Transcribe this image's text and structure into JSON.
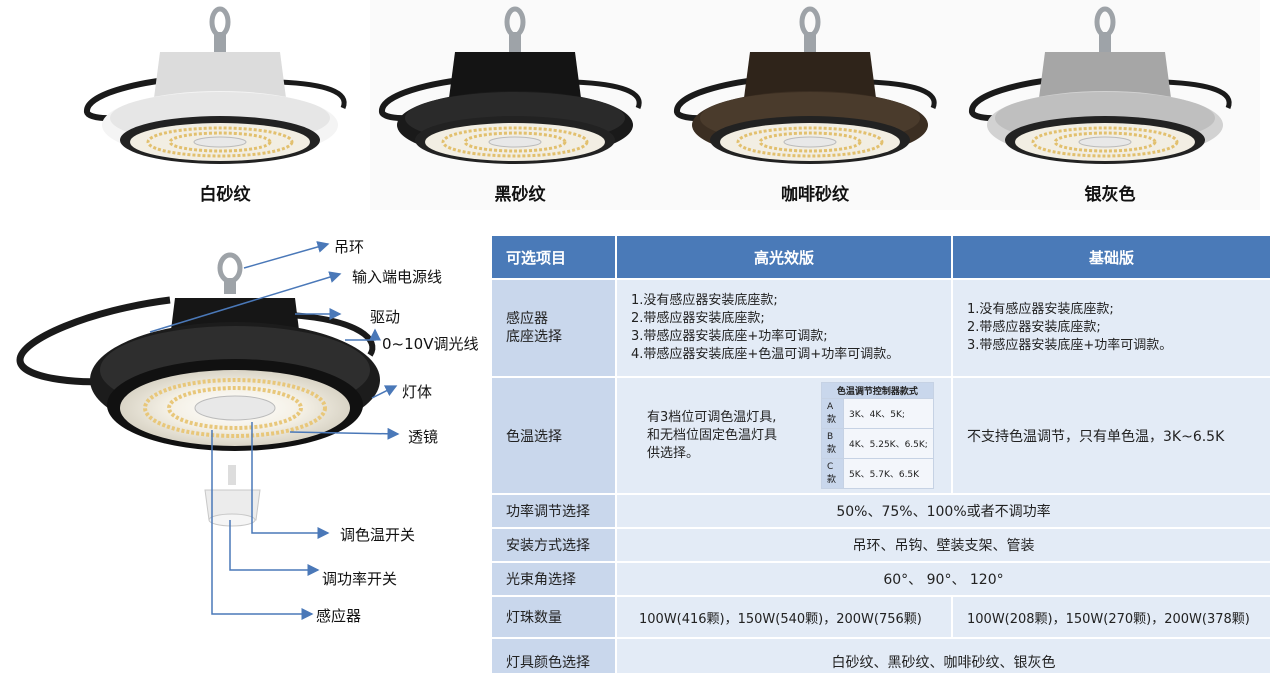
{
  "variants": [
    {
      "label": "白砂纹",
      "housing_color": "#e6e6e6",
      "fin_color": "#f4f4f4",
      "driver_color": "#dcdcdc"
    },
    {
      "label": "黑砂纹",
      "housing_color": "#2a2a2a",
      "fin_color": "#1a1a1a",
      "driver_color": "#141414"
    },
    {
      "label": "咖啡砂纹",
      "housing_color": "#4a3b2c",
      "fin_color": "#3b2e22",
      "driver_color": "#2f241a"
    },
    {
      "label": "银灰色",
      "housing_color": "#bfbfbf",
      "fin_color": "#d2d2d2",
      "driver_color": "#a6a6a6"
    }
  ],
  "diagram": {
    "callouts": [
      "吊环",
      "输入端电源线",
      "驱动",
      "0~10V调光线",
      "灯体",
      "透镜",
      "调色温开关",
      "调功率开关",
      "感应器"
    ],
    "arrow_color": "#4a78b8"
  },
  "table": {
    "header_color": "#4a7ab8",
    "headers": [
      "可选项目",
      "高光效版",
      "基础版"
    ],
    "sensor_row": {
      "label_lines": [
        "感应器",
        "底座选择"
      ],
      "high": [
        "1.没有感应器安装底座款;",
        "2.带感应器安装底座款;",
        "3.带感应器安装底座+功率可调款;",
        "4.带感应器安装底座+色温可调+功率可调款。"
      ],
      "basic": [
        "1.没有感应器安装底座款;",
        "2.带感应器安装底座款;",
        "3.带感应器安装底座+功率可调款。"
      ]
    },
    "cct_row": {
      "label": "色温选择",
      "high_text_lines": [
        "有3档位可调色温灯具,",
        "和无档位固定色温灯具",
        "供选择。"
      ],
      "mini_table": {
        "title": "色温调节控制器款式",
        "rows": [
          {
            "model": "A款",
            "values": "3K、4K、5K;"
          },
          {
            "model": "B款",
            "values": "4K、5.25K、6.5K;"
          },
          {
            "model": "C款",
            "values": "5K、5.7K、6.5K"
          }
        ]
      },
      "basic": "不支持色温调节，只有单色温，3K~6.5K"
    },
    "merged_rows": [
      {
        "label": "功率调节选择",
        "value": "50%、75%、100%或者不调功率"
      },
      {
        "label": "安装方式选择",
        "value": "吊环、吊钩、壁装支架、管装"
      },
      {
        "label": "光束角选择",
        "value": "60°、  90°、 120°"
      }
    ],
    "led_row": {
      "label": "灯珠数量",
      "high": "100W(416颗)，150W(540颗)，200W(756颗)",
      "basic": "100W(208颗)，150W(270颗)，200W(378颗)"
    },
    "color_row": {
      "label": "灯具颜色选择",
      "value": "白砂纹、黑砂纹、咖啡砂纹、银灰色"
    }
  }
}
